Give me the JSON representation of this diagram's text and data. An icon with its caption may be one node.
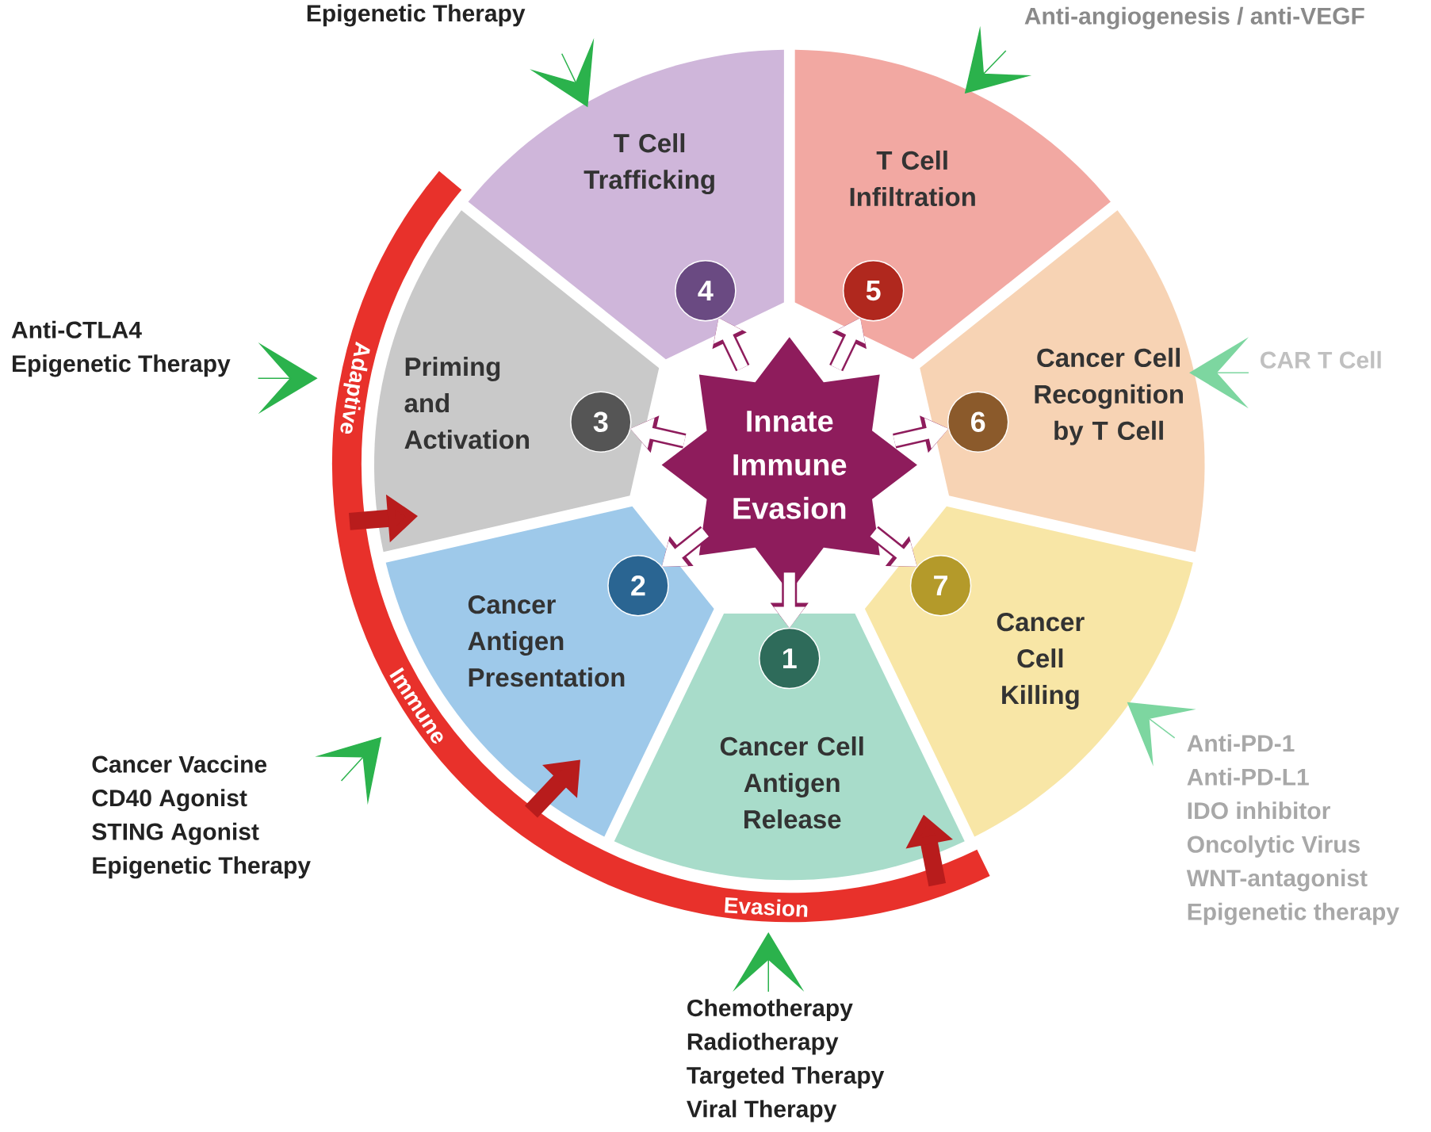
{
  "diagram": {
    "nodes": [
      {
        "text": [
          "Innate Immune Evasion"
        ]
      },
      {
        "text": [
          "Cancer Cell Antigen Release"
        ]
      },
      {
        "text": [
          "1"
        ],
        "in": 1
      },
      {
        "text": [
          "Cancer Antigen Presentation"
        ]
      },
      {
        "text": [
          "2"
        ],
        "in": 3
      },
      {
        "text": [
          "Priming and Activation"
        ]
      },
      {
        "text": [
          "3"
        ],
        "in": 5
      },
      {
        "text": [
          "T Cell Trafficking"
        ]
      },
      {
        "text": [
          "4"
        ],
        "in": 7
      },
      {
        "text": [
          "T Cell Infiltration"
        ]
      },
      {
        "text": [
          "5"
        ],
        "in": 9
      },
      {
        "text": [
          "Cancer Cell Recognition by T Cell"
        ]
      },
      {
        "text": [
          "6"
        ],
        "in": 11
      },
      {
        "text": [
          "Cancer Cell Killing"
        ]
      },
      {
        "text": [
          "7"
        ],
        "in": 13
      },
      {
        "text": [
          "Epigenetic Therapy"
        ]
      },
      {
        "text": [
          "Anti-angiogenesis / anti-VEGF"
        ]
      },
      {
        "text": [
          "Anti-CTLA4",
          "Epigenetic Therapy"
        ]
      },
      {
        "text": [
          "CAR T Cell"
        ]
      },
      {
        "text": [
          "Cancer Vaccine",
          "CD40 Agonist",
          "STING Agonist",
          "Epigenetic Therapy"
        ]
      },
      {
        "text": [
          "Anti-PD-1",
          "Anti-PD-L1",
          "IDO inhibitor",
          "Oncolytic Virus",
          "WNT-antagonist",
          "Epigenetic therapy"
        ]
      },
      {
        "text": [
          "Chemotherapy",
          "Radiotherapy",
          "Targeted Therapy",
          "Viral Therapy"
        ]
      }
    ],
    "edges": [
      {
        "from": 0,
        "to": 2,
        "arrow": "to",
        "color": "#ffffff"
      },
      {
        "from": 0,
        "to": 4,
        "arrow": "to",
        "color": "#ffffff"
      },
      {
        "from": 0,
        "to": 6,
        "arrow": "to",
        "color": "#ffffff"
      },
      {
        "from": 0,
        "to": 8,
        "arrow": "to",
        "color": "#ffffff"
      },
      {
        "from": 0,
        "to": 10,
        "arrow": "to",
        "color": "#ffffff"
      },
      {
        "from": 0,
        "to": 12,
        "arrow": "to",
        "color": "#ffffff"
      },
      {
        "from": 0,
        "to": 14,
        "arrow": "to",
        "color": "#ffffff"
      },
      {
        "from": null,
        "to": 5,
        "arrow": "to",
        "color": "#b81c1c"
      },
      {
        "from": null,
        "to": 3,
        "arrow": "to",
        "color": "#b81c1c"
      },
      {
        "from": null,
        "to": 1,
        "arrow": "to",
        "color": "#b81c1c"
      },
      {
        "from": 15,
        "to": 7,
        "arrow": "to",
        "color": "#2bb24c"
      },
      {
        "from": 16,
        "to": 9,
        "arrow": "to",
        "color": "#2bb24c"
      },
      {
        "from": 17,
        "to": null,
        "arrow": "to",
        "color": "#2bb24c"
      },
      {
        "from": 18,
        "to": 11,
        "arrow": "to",
        "color": "#7dd6a0"
      },
      {
        "from": 19,
        "to": null,
        "arrow": "to",
        "color": "#2bb24c"
      },
      {
        "from": 20,
        "to": 13,
        "arrow": "to",
        "color": "#7dd6a0"
      },
      {
        "from": 21,
        "to": null,
        "arrow": "to",
        "color": "#2bb24c"
      }
    ],
    "labels": [
      "Adaptive",
      "Immune",
      "Evasion"
    ]
  }
}
